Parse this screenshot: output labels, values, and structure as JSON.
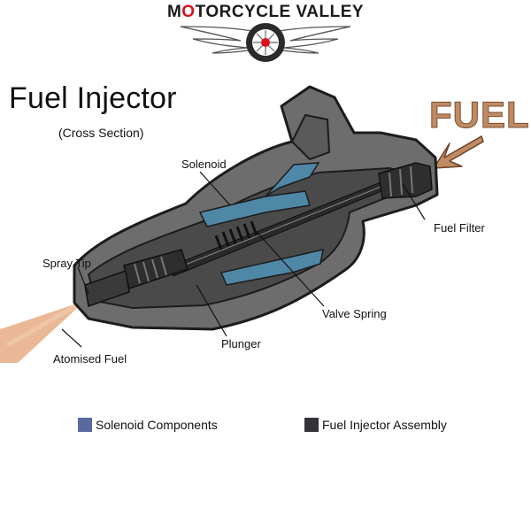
{
  "brand": {
    "name_pre": "M",
    "name_o": "O",
    "name_post": "TORCYCLE VALLEY"
  },
  "title": "Fuel Injector",
  "subtitle": "(Cross Section)",
  "fuel_label": "FUEL",
  "labels": {
    "solenoid": "Solenoid",
    "spray_tip": "Spray Tip",
    "fuel_filter": "Fuel Filter",
    "valve_spring": "Valve Spring",
    "plunger": "Plunger",
    "atomised_fuel": "Atomised Fuel"
  },
  "legend": [
    {
      "label": "Solenoid Components",
      "color": "#5a6aa0"
    },
    {
      "label": "Fuel Injector Assembly",
      "color": "#333338"
    }
  ],
  "colors": {
    "body": "#6d6d6d",
    "body_dark": "#3a3a3a",
    "solenoid": "#4f87a6",
    "spray": "#e8b08c",
    "arrow": "#c08a63",
    "logo_red": "#d9121a"
  }
}
